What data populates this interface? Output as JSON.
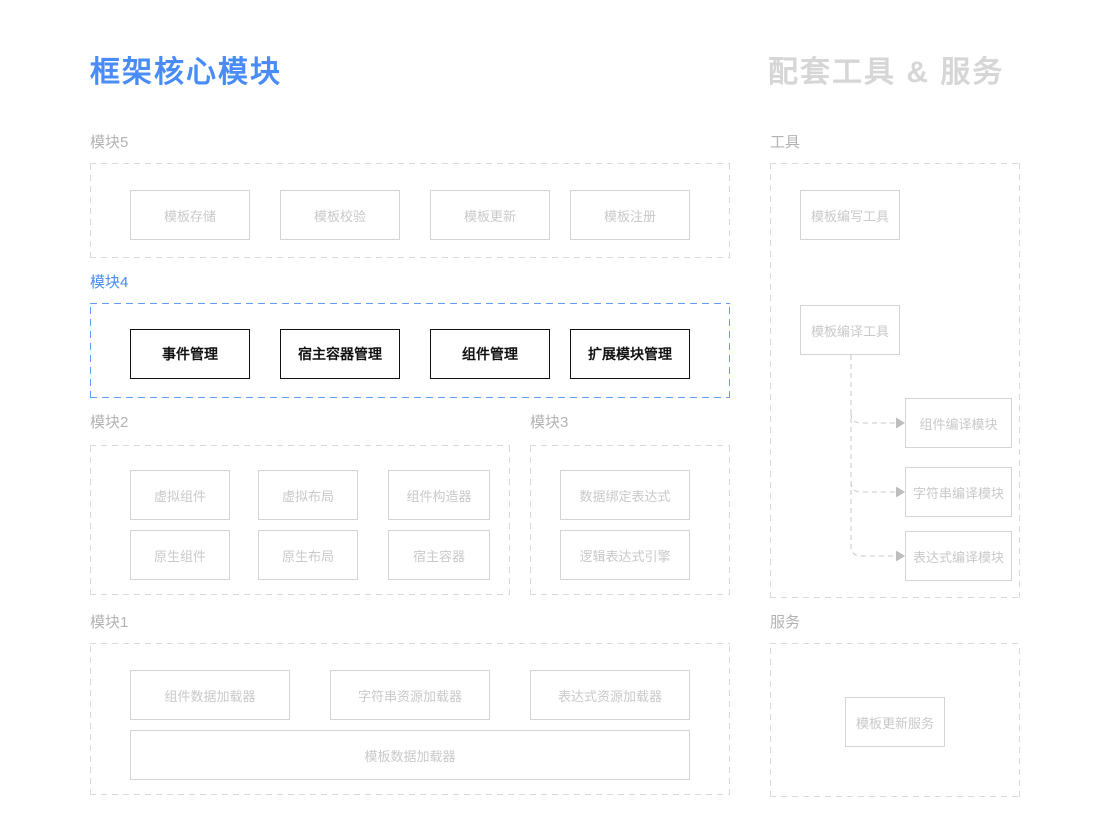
{
  "titles": {
    "left": "框架核心模块",
    "right": "配套工具 & 服务"
  },
  "modules": {
    "m5": {
      "label": "模块5",
      "items": [
        "模板存储",
        "模板校验",
        "模板更新",
        "模板注册"
      ]
    },
    "m4": {
      "label": "模块4",
      "items": [
        "事件管理",
        "宿主容器管理",
        "组件管理",
        "扩展模块管理"
      ]
    },
    "m2": {
      "label": "模块2",
      "items": [
        "虚拟组件",
        "虚拟布局",
        "组件构造器",
        "原生组件",
        "原生布局",
        "宿主容器"
      ]
    },
    "m3": {
      "label": "模块3",
      "items": [
        "数据绑定表达式",
        "逻辑表达式引擎"
      ]
    },
    "m1": {
      "label": "模块1",
      "items": [
        "组件数据加载器",
        "字符串资源加载器",
        "表达式资源加载器",
        "模板数据加载器"
      ]
    }
  },
  "tools": {
    "label": "工具",
    "items": [
      "模板编写工具",
      "模板编译工具"
    ],
    "compile_modules": [
      "组件编译模块",
      "字符串编译模块",
      "表达式编译模块"
    ]
  },
  "services": {
    "label": "服务",
    "items": [
      "模板更新服务"
    ]
  },
  "colors": {
    "accent_blue": "#4a8cf7",
    "blue_dash": "#5f9df8",
    "gray_title": "#d6d6d6",
    "gray_label": "#b3b3b3",
    "gray_dash": "#d9d9d9",
    "gray_box_border": "#d4d4d4",
    "gray_box_text": "#c9c9c9",
    "dark_box": "#111111",
    "connector": "#c7c7c7"
  }
}
